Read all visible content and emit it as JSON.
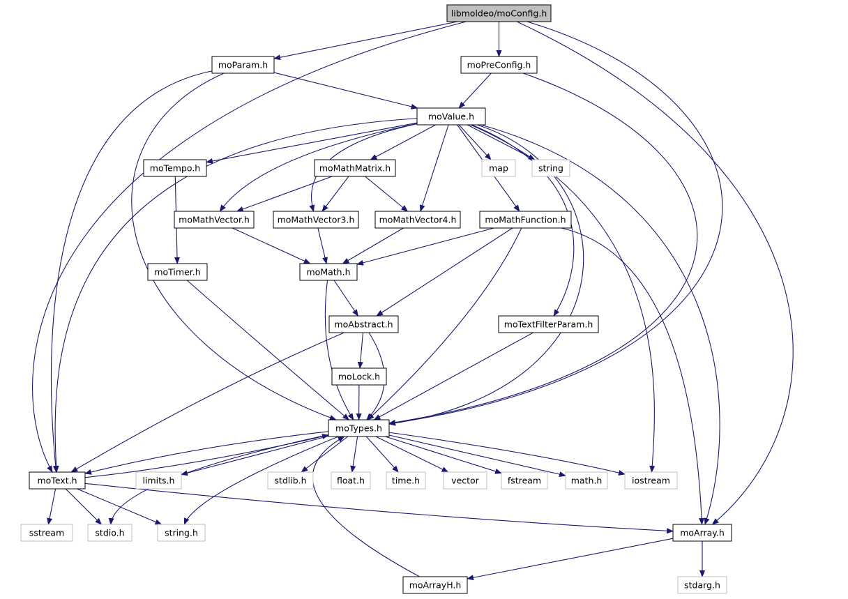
{
  "graph": {
    "colors": {
      "edge": "#191970",
      "root_fill": "#bfbfbf",
      "local_border": "#000000",
      "system_border": "#bfbfbf"
    },
    "nodes": [
      {
        "id": "moConfig",
        "label": "libmoldeo/moConfig.h",
        "kind": "root"
      },
      {
        "id": "moParam",
        "label": "moParam.h",
        "kind": "local"
      },
      {
        "id": "moPreConfig",
        "label": "moPreConfig.h",
        "kind": "local"
      },
      {
        "id": "moValue",
        "label": "moValue.h",
        "kind": "local"
      },
      {
        "id": "moTempo",
        "label": "moTempo.h",
        "kind": "local"
      },
      {
        "id": "moMathMatrix",
        "label": "moMathMatrix.h",
        "kind": "local"
      },
      {
        "id": "map",
        "label": "map",
        "kind": "system"
      },
      {
        "id": "string",
        "label": "string",
        "kind": "system"
      },
      {
        "id": "moMathVector",
        "label": "moMathVector.h",
        "kind": "local"
      },
      {
        "id": "moMathVector3",
        "label": "moMathVector3.h",
        "kind": "local"
      },
      {
        "id": "moMathVector4",
        "label": "moMathVector4.h",
        "kind": "local"
      },
      {
        "id": "moMathFunction",
        "label": "moMathFunction.h",
        "kind": "local"
      },
      {
        "id": "moTimer",
        "label": "moTimer.h",
        "kind": "local"
      },
      {
        "id": "moMath",
        "label": "moMath.h",
        "kind": "local"
      },
      {
        "id": "moAbstract",
        "label": "moAbstract.h",
        "kind": "local"
      },
      {
        "id": "moTextFilterParam",
        "label": "moTextFilterParam.h",
        "kind": "local"
      },
      {
        "id": "moLock",
        "label": "moLock.h",
        "kind": "local"
      },
      {
        "id": "moTypes",
        "label": "moTypes.h",
        "kind": "local"
      },
      {
        "id": "moText",
        "label": "moText.h",
        "kind": "local"
      },
      {
        "id": "limits",
        "label": "limits.h",
        "kind": "system"
      },
      {
        "id": "stdlib",
        "label": "stdlib.h",
        "kind": "system"
      },
      {
        "id": "float",
        "label": "float.h",
        "kind": "system"
      },
      {
        "id": "time",
        "label": "time.h",
        "kind": "system"
      },
      {
        "id": "vector",
        "label": "vector",
        "kind": "system"
      },
      {
        "id": "fstream",
        "label": "fstream",
        "kind": "system"
      },
      {
        "id": "math",
        "label": "math.h",
        "kind": "system"
      },
      {
        "id": "iostream",
        "label": "iostream",
        "kind": "system"
      },
      {
        "id": "sstream",
        "label": "sstream",
        "kind": "system"
      },
      {
        "id": "stdio",
        "label": "stdio.h",
        "kind": "system"
      },
      {
        "id": "stringh",
        "label": "string.h",
        "kind": "system"
      },
      {
        "id": "moArray",
        "label": "moArray.h",
        "kind": "local"
      },
      {
        "id": "moArrayH",
        "label": "moArrayH.h",
        "kind": "local"
      },
      {
        "id": "stdarg",
        "label": "stdarg.h",
        "kind": "system"
      }
    ],
    "edges": [
      [
        "moConfig",
        "moParam"
      ],
      [
        "moConfig",
        "moPreConfig"
      ],
      [
        "moConfig",
        "moText"
      ],
      [
        "moConfig",
        "moTypes"
      ],
      [
        "moConfig",
        "moArray"
      ],
      [
        "moParam",
        "moValue"
      ],
      [
        "moParam",
        "moText"
      ],
      [
        "moParam",
        "moTypes"
      ],
      [
        "moPreConfig",
        "moValue"
      ],
      [
        "moPreConfig",
        "moTypes"
      ],
      [
        "moValue",
        "moTempo"
      ],
      [
        "moValue",
        "moMathMatrix"
      ],
      [
        "moValue",
        "map"
      ],
      [
        "moValue",
        "string"
      ],
      [
        "moValue",
        "moMathVector"
      ],
      [
        "moValue",
        "moMathVector3"
      ],
      [
        "moValue",
        "moMathVector4"
      ],
      [
        "moValue",
        "moMathFunction"
      ],
      [
        "moValue",
        "moTextFilterParam"
      ],
      [
        "moValue",
        "moText"
      ],
      [
        "moValue",
        "moTypes"
      ],
      [
        "moValue",
        "iostream"
      ],
      [
        "moValue",
        "moArray"
      ],
      [
        "moTempo",
        "moTimer"
      ],
      [
        "moMathMatrix",
        "moMathVector"
      ],
      [
        "moMathMatrix",
        "moMathVector3"
      ],
      [
        "moMathMatrix",
        "moMathVector4"
      ],
      [
        "moMathVector",
        "moMath"
      ],
      [
        "moMathVector3",
        "moMath"
      ],
      [
        "moMathVector4",
        "moMath"
      ],
      [
        "moMathFunction",
        "moMath"
      ],
      [
        "moMathFunction",
        "moAbstract"
      ],
      [
        "moMathFunction",
        "moTypes"
      ],
      [
        "moMathFunction",
        "moArray"
      ],
      [
        "moTimer",
        "moTypes"
      ],
      [
        "moMath",
        "moAbstract"
      ],
      [
        "moMath",
        "moTypes"
      ],
      [
        "moAbstract",
        "moLock"
      ],
      [
        "moAbstract",
        "moTypes"
      ],
      [
        "moAbstract",
        "moText"
      ],
      [
        "moTextFilterParam",
        "moTypes"
      ],
      [
        "moLock",
        "moTypes"
      ],
      [
        "moTypes",
        "moText"
      ],
      [
        "moTypes",
        "limits"
      ],
      [
        "moTypes",
        "stdlib"
      ],
      [
        "moTypes",
        "float"
      ],
      [
        "moTypes",
        "time"
      ],
      [
        "moTypes",
        "vector"
      ],
      [
        "moTypes",
        "fstream"
      ],
      [
        "moTypes",
        "math"
      ],
      [
        "moTypes",
        "iostream"
      ],
      [
        "moTypes",
        "stdio"
      ],
      [
        "moTypes",
        "stringh"
      ],
      [
        "moText",
        "moTypes"
      ],
      [
        "moText",
        "sstream"
      ],
      [
        "moText",
        "stdio"
      ],
      [
        "moText",
        "stringh"
      ],
      [
        "moText",
        "moArray"
      ],
      [
        "moArray",
        "moArrayH"
      ],
      [
        "moArray",
        "stdarg"
      ],
      [
        "moArrayH",
        "moTypes"
      ]
    ]
  }
}
